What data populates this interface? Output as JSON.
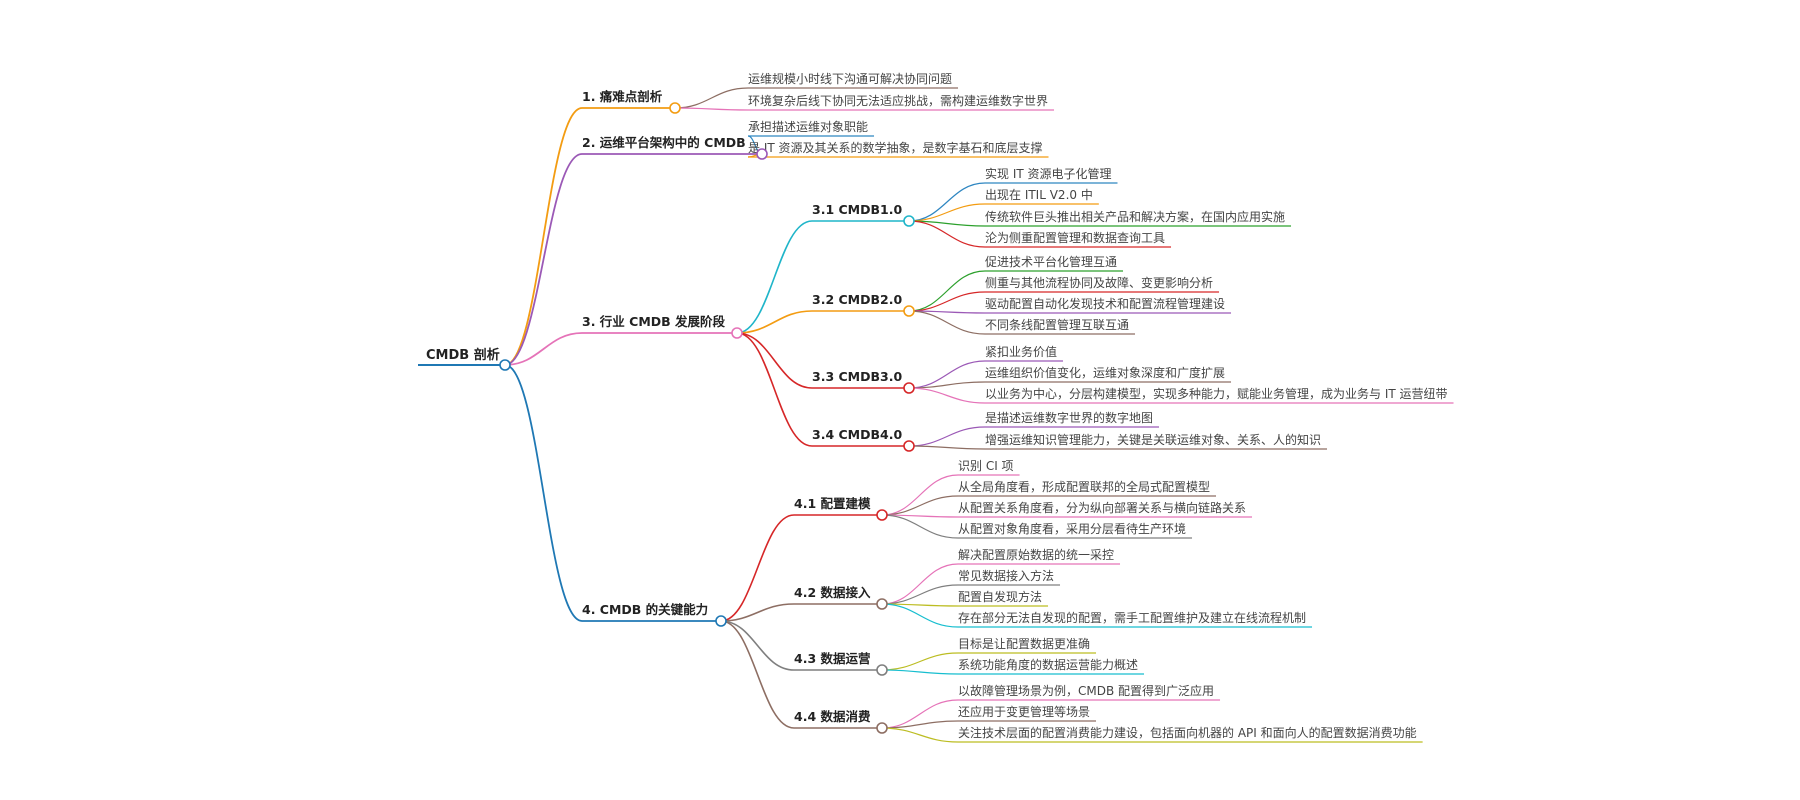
{
  "mindmap": {
    "root": {
      "label": "CMDB 剖析",
      "color": "#1f78b4"
    },
    "branches": [
      {
        "label": "1. 痛难点剖析",
        "color": "#f39c12",
        "children": [
          {
            "label": "运维规模小时线下沟通可解决协同问题",
            "color": "#8d6e63"
          },
          {
            "label": "环境复杂后线下协同无法适应挑战，需构建运维数字世界",
            "color": "#e573b8"
          }
        ]
      },
      {
        "label": "2. 运维平台架构中的 CMDB",
        "color": "#9b59b6",
        "children": [
          {
            "label": "承担描述运维对象职能",
            "color": "#2e86c1"
          },
          {
            "label": "是 IT 资源及其关系的数学抽象，是数字基石和底层支撑",
            "color": "#f39c12"
          }
        ]
      },
      {
        "label": "3. 行业 CMDB 发展阶段",
        "color": "#e573b8",
        "children": [
          {
            "label": "3.1 CMDB1.0",
            "color": "#1fb5c9",
            "children": [
              {
                "label": "实现 IT 资源电子化管理",
                "color": "#2e86c1"
              },
              {
                "label": "出现在 ITIL V2.0 中",
                "color": "#f39c12"
              },
              {
                "label": "传统软件巨头推出相关产品和解决方案，在国内应用实施",
                "color": "#2ca02c"
              },
              {
                "label": "沦为侧重配置管理和数据查询工具",
                "color": "#d62728"
              }
            ]
          },
          {
            "label": "3.2 CMDB2.0",
            "color": "#f39c12",
            "children": [
              {
                "label": "促进技术平台化管理互通",
                "color": "#2ca02c"
              },
              {
                "label": "侧重与其他流程协同及故障、变更影响分析",
                "color": "#d62728"
              },
              {
                "label": "驱动配置自动化发现技术和配置流程管理建设",
                "color": "#9b59b6"
              },
              {
                "label": "不同条线配置管理互联互通",
                "color": "#8d6e63"
              }
            ]
          },
          {
            "label": "3.3 CMDB3.0",
            "color": "#d62728",
            "children": [
              {
                "label": "紧扣业务价值",
                "color": "#9b59b6"
              },
              {
                "label": "运维组织价值变化，运维对象深度和广度扩展",
                "color": "#8d6e63"
              },
              {
                "label": "以业务为中心，分层构建模型，实现多种能力，赋能业务管理，成为业务与 IT 运营纽带",
                "color": "#e573b8"
              }
            ]
          },
          {
            "label": "3.4 CMDB4.0",
            "color": "#d62728",
            "children": [
              {
                "label": "是描述运维数字世界的数字地图",
                "color": "#9b59b6"
              },
              {
                "label": "增强运维知识管理能力，关键是关联运维对象、关系、人的知识",
                "color": "#8d6e63"
              }
            ]
          }
        ]
      },
      {
        "label": "4. CMDB 的关键能力",
        "color": "#1f78b4",
        "children": [
          {
            "label": "4.1 配置建模",
            "color": "#d62728",
            "children": [
              {
                "label": "识别 CI 项",
                "color": "#e573b8"
              },
              {
                "label": "从全局角度看，形成配置联邦的全局式配置模型",
                "color": "#8d6e63"
              },
              {
                "label": "从配置关系角度看，分为纵向部署关系与横向链路关系",
                "color": "#e573b8"
              },
              {
                "label": "从配置对象角度看，采用分层看待生产环境",
                "color": "#7f7f7f"
              }
            ]
          },
          {
            "label": "4.2 数据接入",
            "color": "#8d6e63",
            "children": [
              {
                "label": "解决配置原始数据的统一采控",
                "color": "#e573b8"
              },
              {
                "label": "常见数据接入方法",
                "color": "#7f7f7f"
              },
              {
                "label": "配置自发现方法",
                "color": "#bcbd22"
              },
              {
                "label": "存在部分无法自发现的配置，需手工配置维护及建立在线流程机制",
                "color": "#17becf"
              }
            ]
          },
          {
            "label": "4.3 数据运营",
            "color": "#7f7f7f",
            "children": [
              {
                "label": "目标是让配置数据更准确",
                "color": "#bcbd22"
              },
              {
                "label": "系统功能角度的数据运营能力概述",
                "color": "#17becf"
              }
            ]
          },
          {
            "label": "4.4 数据消费",
            "color": "#8d6e63",
            "children": [
              {
                "label": "以故障管理场景为例，CMDB 配置得到广泛应用",
                "color": "#e573b8"
              },
              {
                "label": "还应用于变更管理等场景",
                "color": "#8d6e63"
              },
              {
                "label": "关注技术层面的配置消费能力建设，包括面向机器的 API 和面向人的配置数据消费功能",
                "color": "#bcbd22"
              }
            ]
          }
        ]
      }
    ]
  }
}
